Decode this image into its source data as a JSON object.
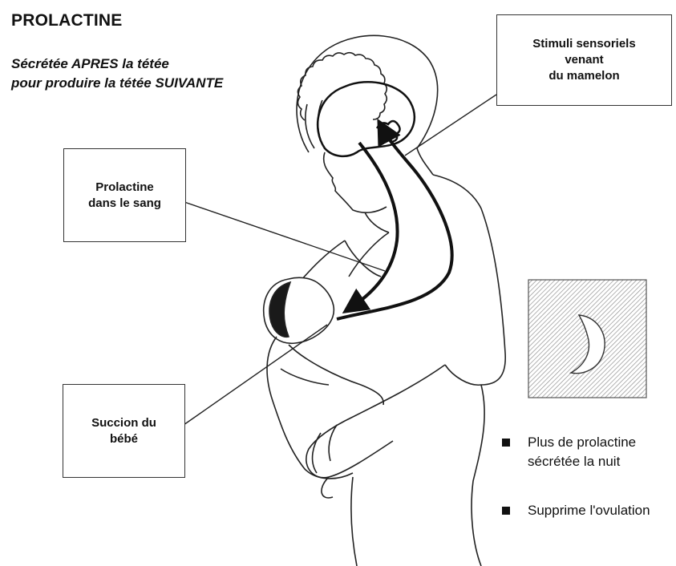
{
  "title": "PROLACTINE",
  "subtitle": {
    "line1": "Sécrétée APRES la tétée",
    "line2": "pour produire la tétée SUIVANTE"
  },
  "labels": {
    "stimuli": [
      "Stimuli sensoriels",
      "venant",
      "du mamelon"
    ],
    "sang": [
      "Prolactine",
      "dans le sang"
    ],
    "succion": [
      "Succion du",
      "bébé"
    ]
  },
  "notes": [
    {
      "line1": "Plus de prolactine",
      "line2": "sécrétée la nuit"
    },
    {
      "line1": "Supprime l'ovulation",
      "line2": ""
    }
  ],
  "icons": {
    "night": "moon-icon",
    "illustration": "mother-breastfeeding-baby"
  },
  "colors": {
    "ink": "#111111",
    "hatch": "#8a8a8a"
  }
}
